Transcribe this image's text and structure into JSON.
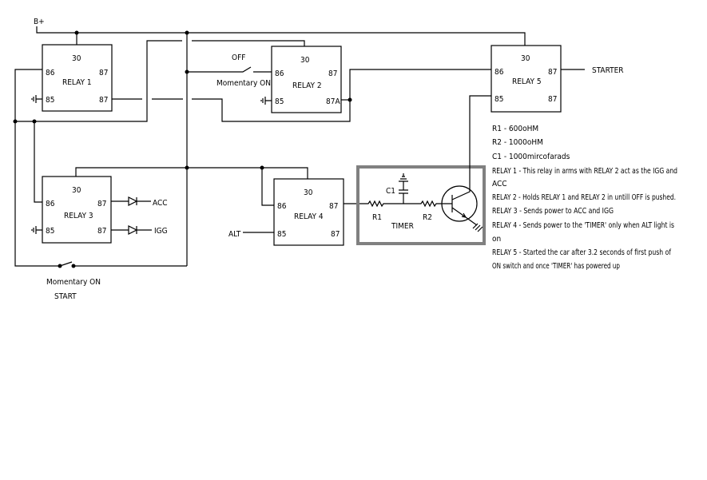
{
  "supply": {
    "label": "B+"
  },
  "relays": [
    {
      "name": "RELAY 1",
      "pins": {
        "top": "30",
        "in": "86",
        "gnd": "85",
        "out1": "87",
        "out2": "87"
      }
    },
    {
      "name": "RELAY 2",
      "pins": {
        "top": "30",
        "in": "86",
        "gnd": "85",
        "out1": "87",
        "out2": "87A"
      }
    },
    {
      "name": "RELAY 3",
      "pins": {
        "top": "30",
        "in": "86",
        "gnd": "85",
        "out1": "87",
        "out2": "87"
      }
    },
    {
      "name": "RELAY 4",
      "pins": {
        "top": "30",
        "in": "86",
        "gnd": "85",
        "out1": "87",
        "out2": "87"
      }
    },
    {
      "name": "RELAY 5",
      "pins": {
        "top": "30",
        "in": "86",
        "gnd": "85",
        "out1": "87",
        "out2": "87"
      }
    }
  ],
  "switches": {
    "off_label": "OFF",
    "momentary_on_label": "Momentary ON",
    "start_momentary_label": "Momentary ON",
    "start_label": "START"
  },
  "outputs": {
    "acc": "ACC",
    "igg": "IGG",
    "alt": "ALT",
    "starter": "STARTER"
  },
  "timer": {
    "label": "TIMER",
    "r1": "R1",
    "r2": "R2",
    "c1": "C1",
    "border_color": "#808080"
  },
  "notes": [
    "R1 - 600oHM",
    "R2 - 1000oHM",
    "C1 - 1000mircofarads",
    "RELAY 1 - This relay in arms with RELAY 2 act as the IGG and",
    "ACC",
    "RELAY 2 - Holds RELAY 1 and RELAY 2 in untill OFF is pushed.",
    "RELAY 3 - Sends power to ACC and IGG",
    "RELAY 4 - Sends power to the 'TIMER' only when ALT light is",
    "on",
    "RELAY 5 - Started the car after 3.2 seconds of first push of",
    "ON switch and once 'TIMER' has powered up"
  ]
}
